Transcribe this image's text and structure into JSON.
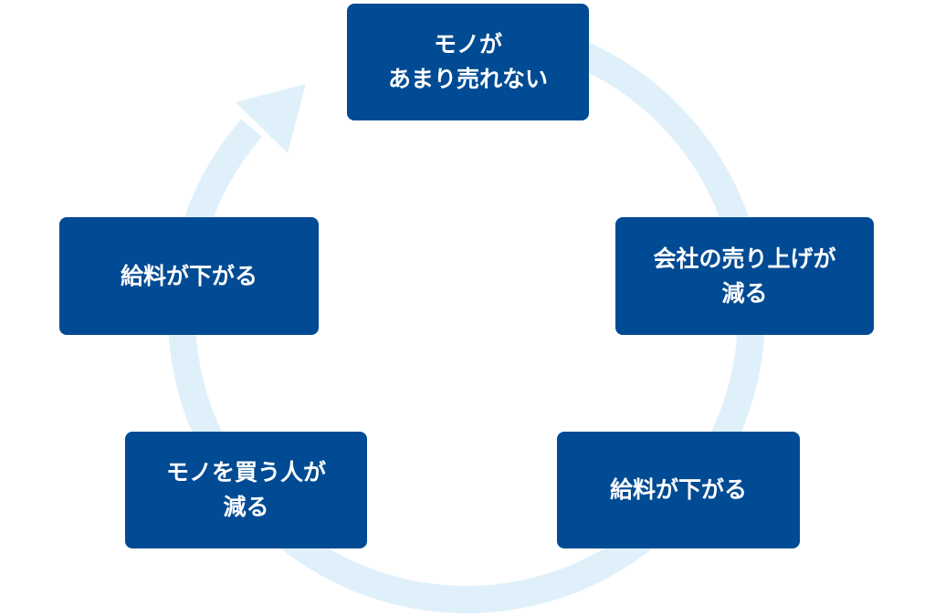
{
  "diagram": {
    "type": "cycle",
    "title": "",
    "colors": {
      "box": "#004b93",
      "box_text": "#ffffff",
      "ring": "#e0f0fb",
      "background": "#ffffff"
    },
    "steps": [
      {
        "id": "step-1",
        "lines": [
          "モノが",
          "あまり売れない"
        ]
      },
      {
        "id": "step-2",
        "lines": [
          "会社の売り上げが",
          "減る"
        ]
      },
      {
        "id": "step-3",
        "lines": [
          "給料が下がる"
        ]
      },
      {
        "id": "step-4",
        "lines": [
          "モノを買う人が",
          "減る"
        ]
      },
      {
        "id": "step-5",
        "lines": [
          "給料が下がる"
        ]
      }
    ],
    "flow_direction": "clockwise"
  }
}
